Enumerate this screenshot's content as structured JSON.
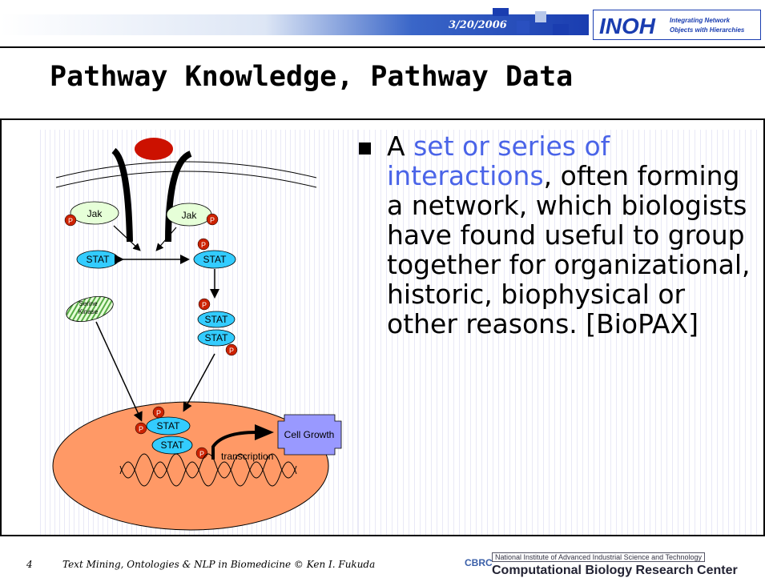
{
  "header": {
    "date": "3/20/2006",
    "logo_text": "INOH",
    "logo_tagline_1": "Integrating Network",
    "logo_tagline_2": "Objects with Hierarchies"
  },
  "slide": {
    "title": "Pathway Knowledge, Pathway Data"
  },
  "diagram": {
    "jak_label": "Jak",
    "stat_label": "STAT",
    "p_label": "P",
    "serine_kinase_line1": "Serine",
    "serine_kinase_line2": "Kinase",
    "cell_growth_label": "Cell Growth",
    "transcription_label": "transcription"
  },
  "bullet": {
    "pre": "A ",
    "highlight": "set or series of interactions",
    "post": ", often forming a network, which biologists have found useful to group together for organizational, historic, biophysical or other reasons. [BioPAX]"
  },
  "footer": {
    "page_number": "4",
    "credit": "Text Mining, Ontologies & NLP in Biomedicine © Ken I. Fukuda",
    "cbrc_mark": "CBRC",
    "cbrc_small": "National Institute of Advanced Industrial Science and Technology",
    "cbrc_name": "Computational Biology Research Center"
  },
  "colors": {
    "stat_fill": "#33ccff",
    "p_fill": "#cc2200",
    "jak_fill": "#e6ffd8",
    "ligand_fill": "#cc1100",
    "nucleus_fill": "#ff9966",
    "cell_growth_fill": "#9999ff",
    "highlight_text": "#4a64e8",
    "logo_blue": "#1a3db0"
  }
}
